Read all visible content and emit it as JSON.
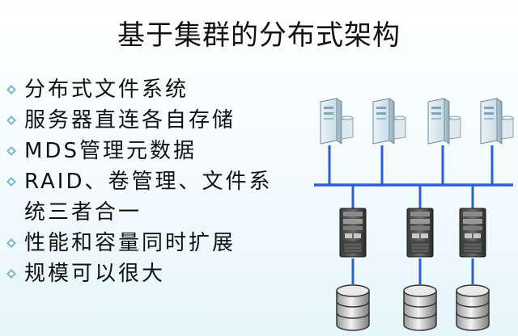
{
  "slide": {
    "title": "基于集群的分布式架构",
    "bullets": [
      "分布式文件系统",
      "服务器直连各自存储",
      "MDS管理元数据",
      "RAID、卷管理、文件系统三者合一",
      "性能和容量同时扩展",
      "规模可以很大"
    ]
  },
  "colors": {
    "bus_line": "#2b5fd8",
    "bullet": "#7fb8cf"
  },
  "icons": {
    "clients": "desktop-computer-icon",
    "servers": "tower-server-icon",
    "storage": "disk-storage-icon"
  }
}
